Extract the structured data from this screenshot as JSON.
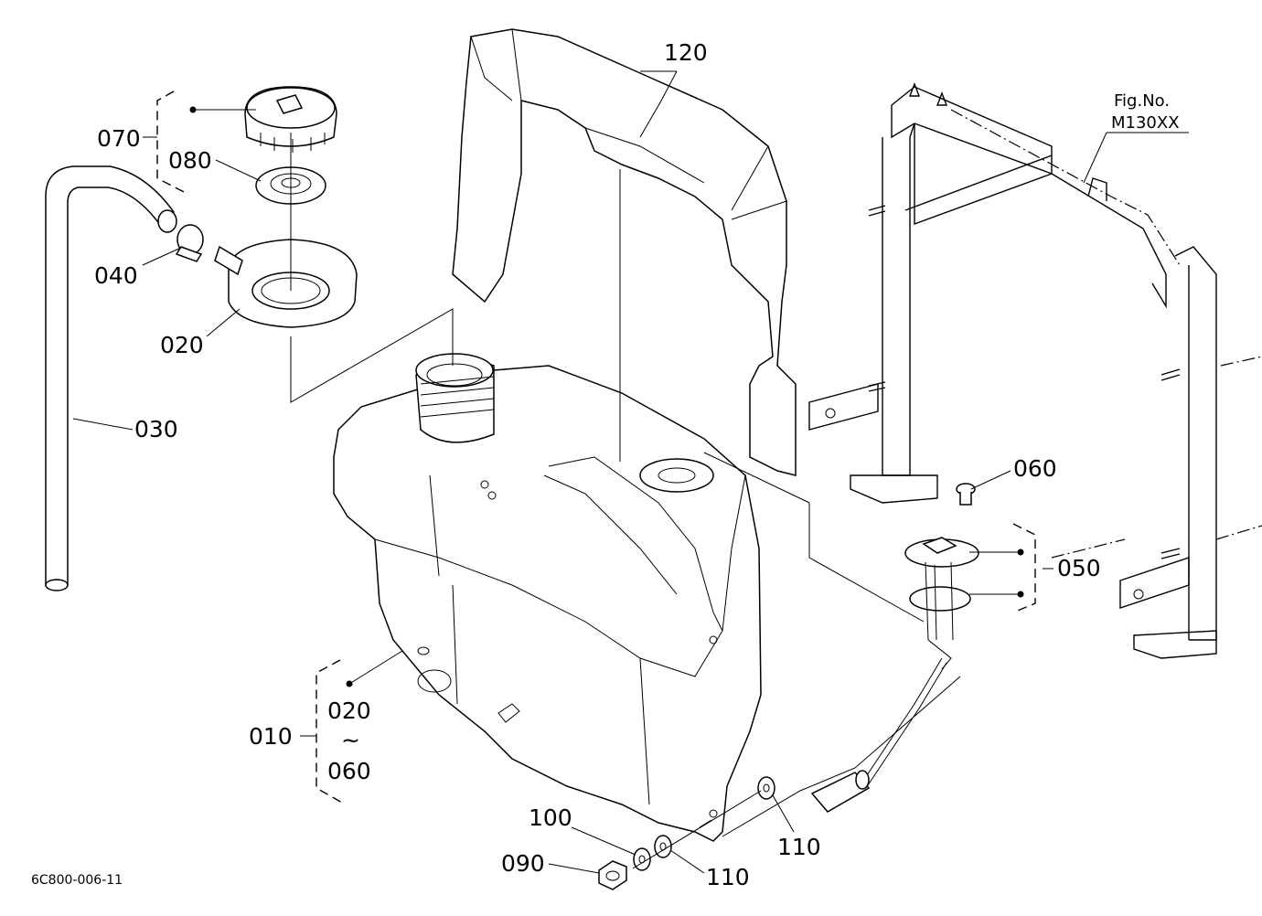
{
  "figure": {
    "fig_no_label": "Fig.No.",
    "fig_no_value": "M130XX",
    "drawing_code": "6C800-006-11"
  },
  "parts": {
    "p120": "120",
    "p070": "070",
    "p080": "080",
    "p040": "040",
    "p020": "020",
    "p030": "030",
    "p060": "060",
    "p050": "050",
    "p010": "010",
    "p010_range_from": "020",
    "p010_range_sep": "~",
    "p010_range_to": "060",
    "p100": "100",
    "p090": "090",
    "p110a": "110",
    "p110b": "110"
  }
}
